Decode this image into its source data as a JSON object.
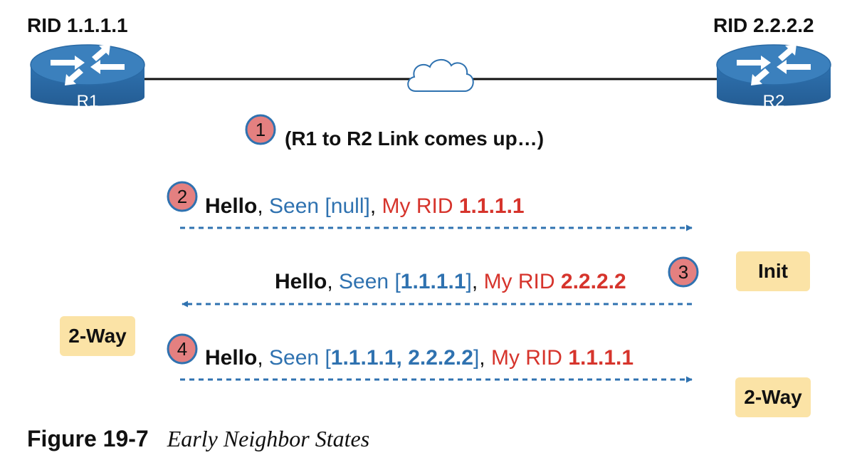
{
  "routers": {
    "r1": {
      "rid_label": "RID 1.1.1.1",
      "name": "R1"
    },
    "r2": {
      "rid_label": "RID 2.2.2.2",
      "name": "R2"
    }
  },
  "steps": {
    "s1": {
      "number": "1",
      "text": "(R1 to R2 Link comes up…)"
    },
    "s2": {
      "number": "2"
    },
    "s3": {
      "number": "3"
    },
    "s4": {
      "number": "4"
    }
  },
  "messages": {
    "m2": {
      "hello": "Hello",
      "comma1": ",",
      "seen_prefix": "Seen [null]",
      "comma2": ",",
      "myrid_label": "My RID",
      "myrid_value": "1.1.1.1",
      "direction": "R1 to R2"
    },
    "m3": {
      "hello": "Hello",
      "comma1": ",",
      "seen_prefix": "Seen [",
      "seen_value": "1.1.1.1",
      "seen_suffix": "]",
      "comma2": ",",
      "myrid_label": "My RID",
      "myrid_value": "2.2.2.2",
      "direction": "R2 to R1"
    },
    "m4": {
      "hello": "Hello",
      "comma1": ",",
      "seen_prefix": "Seen [",
      "seen_value": "1.1.1.1, 2.2.2.2",
      "seen_suffix": "]",
      "comma2": ",",
      "myrid_label": "My RID",
      "myrid_value": "1.1.1.1",
      "direction": "R1 to R2"
    }
  },
  "states": {
    "r2_init": "Init",
    "r1_two_way": "2-Way",
    "r2_two_way": "2-Way"
  },
  "caption": {
    "number": "Figure 19-7",
    "title": "Early Neighbor States"
  },
  "colors": {
    "router_blue": "#2f72b0",
    "arrow_blue": "#2f72b0",
    "step_circle_fill": "#e48080",
    "step_circle_stroke": "#2f72b0",
    "state_box": "#fbe3a6",
    "text_red": "#d6342c"
  }
}
